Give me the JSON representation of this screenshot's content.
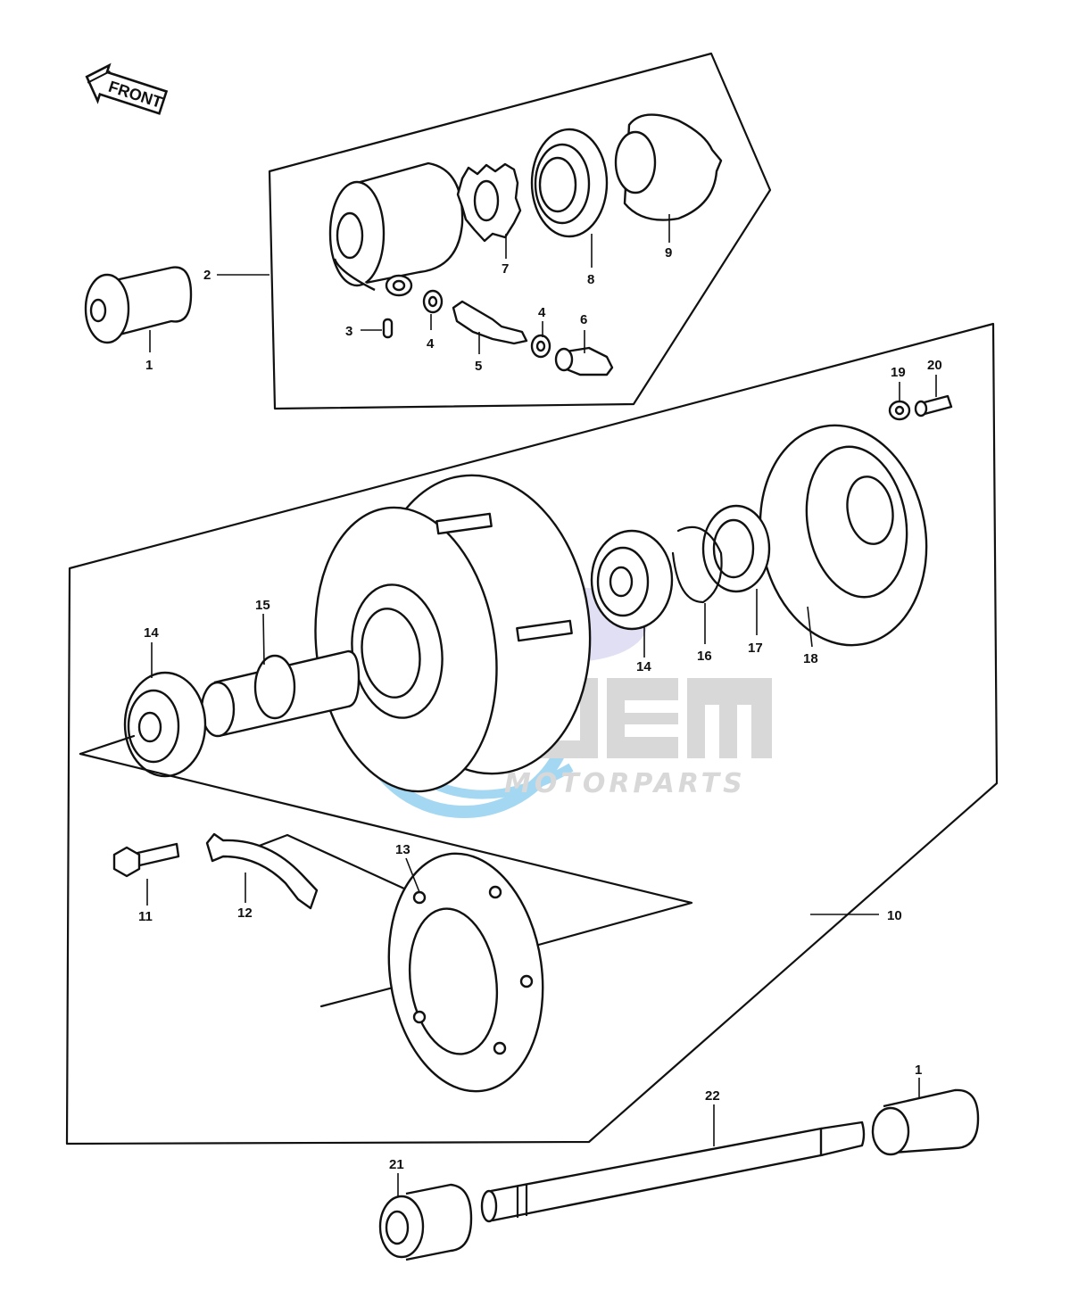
{
  "front_label": "FRONT",
  "watermark": {
    "brand": "OEM",
    "sub": "MOTORPARTS"
  },
  "colors": {
    "line": "#111111",
    "watermark_gray": "#b9b9b9",
    "watermark_blue": "#5bb8e8",
    "watermark_purple": "#c9c6ea"
  },
  "callouts": {
    "c1a": "1",
    "c1b": "1",
    "c2": "2",
    "c3": "3",
    "c4a": "4",
    "c4b": "4",
    "c5": "5",
    "c6": "6",
    "c7": "7",
    "c8": "8",
    "c9": "9",
    "c10": "10",
    "c11": "11",
    "c12": "12",
    "c13": "13",
    "c14a": "14",
    "c14b": "14",
    "c15": "15",
    "c16": "16",
    "c17": "17",
    "c18": "18",
    "c19": "19",
    "c20": "20",
    "c21": "21",
    "c22": "22"
  }
}
